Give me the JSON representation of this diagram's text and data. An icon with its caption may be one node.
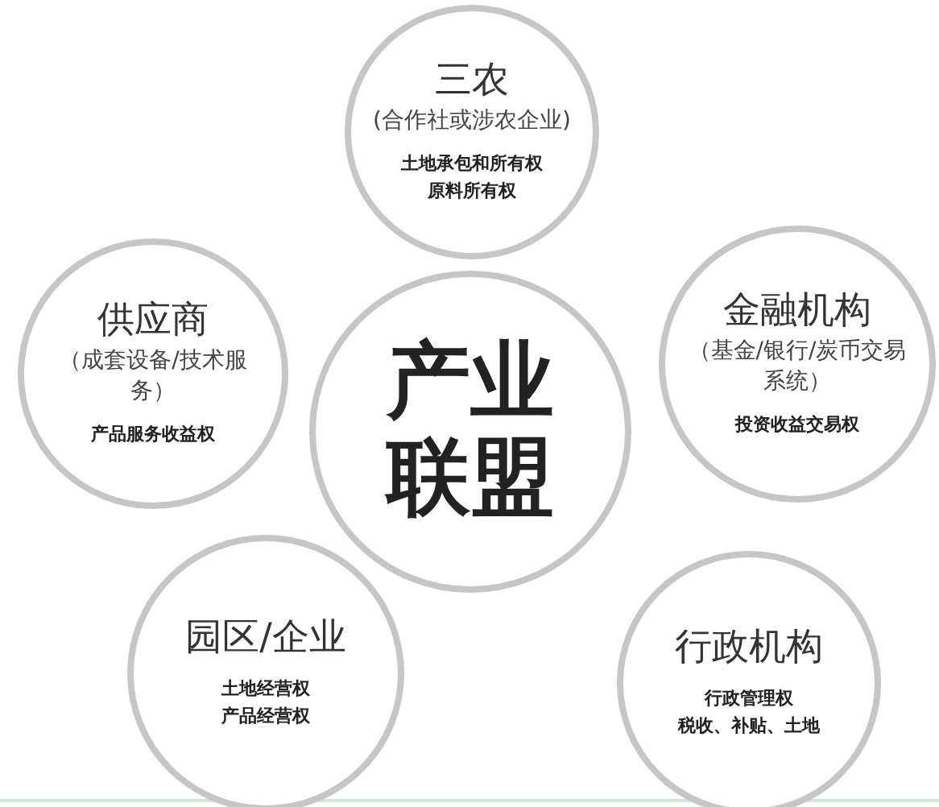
{
  "diagram": {
    "nodes": [
      {
        "text": [
          "三农",
          "(合作社或涉农企业)",
          "土地承包和所有权",
          "原料所有权"
        ]
      },
      {
        "text": [
          "供应商",
          "（成套设备/技术服务）",
          "产品服务收益权"
        ]
      },
      {
        "text": [
          "产业联盟"
        ]
      },
      {
        "text": [
          "金融机构",
          "（基金/银行/炭币交易系统）",
          "投资收益交易权"
        ]
      },
      {
        "text": [
          "园区/企业",
          "土地经营权",
          "产品经营权"
        ]
      },
      {
        "text": [
          "行政机构",
          "行政管理权",
          "税收、补贴、土地"
        ]
      }
    ]
  }
}
